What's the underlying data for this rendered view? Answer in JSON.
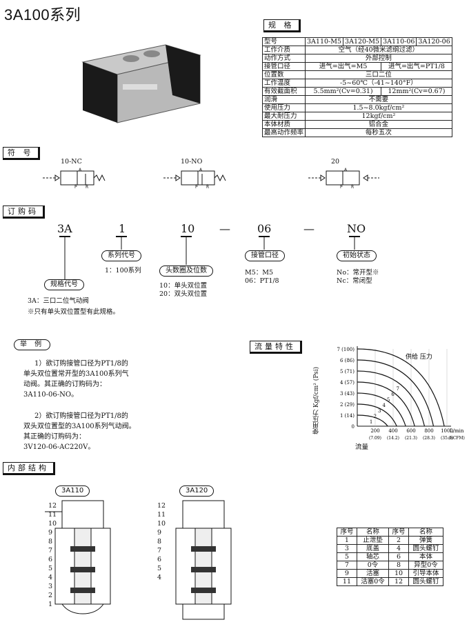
{
  "title": "3A100系列",
  "spec": {
    "heading": "规 格",
    "rows": [
      {
        "label": "型号",
        "cells": [
          "3A110-M5",
          "3A120-M5",
          "3A110-06",
          "3A120-06"
        ]
      },
      {
        "label": "工作介质",
        "value": "空气（经40微米滤纲过滤）"
      },
      {
        "label": "动作方式",
        "value": "外部控制"
      },
      {
        "label": "接管口径",
        "cells2": [
          "进气=出气=M5",
          "进气=出气=PT1/8"
        ]
      },
      {
        "label": "位置数",
        "value": "三口二位"
      },
      {
        "label": "工作温度",
        "value": "-5~60℃（-41~140°F）"
      },
      {
        "label": "有效截面积",
        "cells2": [
          "5.5mm²(Cv=0.31)",
          "12mm²(Cv=0.67)"
        ]
      },
      {
        "label": "润滑",
        "value": "不需要"
      },
      {
        "label": "使用压力",
        "value": "1.5~8.0kgf/cm²"
      },
      {
        "label": "最大耐压力",
        "value": "12kgf/cm²"
      },
      {
        "label": "本体材质",
        "value": "铝合金"
      },
      {
        "label": "最高动作频率",
        "value": "每秒五次"
      }
    ]
  },
  "symbols": {
    "heading": "符 号",
    "items": [
      {
        "label": "10-NC"
      },
      {
        "label": "10-NO"
      },
      {
        "label": "20"
      }
    ],
    "port_a": "A",
    "port_p": "P",
    "port_r": "R"
  },
  "order": {
    "heading": "订购码",
    "parts": [
      "3A",
      "1",
      "10",
      "—",
      "06",
      "—",
      "NO"
    ],
    "boxes": [
      {
        "label": "系列代号",
        "desc": [
          "1：100系列"
        ]
      },
      {
        "label": "头数圈及位数",
        "desc": [
          "10：单头双位置",
          "20：双头双位置"
        ]
      },
      {
        "label": "接管口径",
        "desc": [
          "M5：M5",
          "06：PT1/8"
        ]
      },
      {
        "label": "初始状态",
        "desc": [
          "No：常开型※",
          "Nc：常闭型"
        ]
      },
      {
        "label": "规格代号",
        "desc": [
          "3A：三口二位气动阀",
          "※只有单头双位置型有此规格。"
        ]
      }
    ]
  },
  "example": {
    "heading": "举 例",
    "p1": [
      "1）欲订购接管口径为PT1/8的",
      "单头双位置常开型的3A100系列气",
      "动阀。其正确的订购码为：",
      "3A110-06-NO。"
    ],
    "p2": [
      "2）欲订购接管口径为PT1/8的",
      "双头双位置型的3A100系列气动阀。",
      "其正确的订购码为：",
      "3V120-06-AC220V。"
    ]
  },
  "flow": {
    "heading": "流量特性",
    "supply_label": "供给 压力",
    "ylabel": "使用压力 Kgf/cm² (Psi)",
    "xlabel": "流量",
    "xunit": "L/min",
    "yticks": [
      "0",
      "1 (14)",
      "2 (29)",
      "3 (43)",
      "4 (57)",
      "5 (71)",
      "6 (86)",
      "7 (100)"
    ],
    "xticks": [
      "200",
      "400",
      "600",
      "800",
      "1000"
    ],
    "scfm": [
      "(7.09)",
      "(14.2)",
      "(21.3)",
      "(28.3)",
      "(35.4)",
      "(SCFM)"
    ],
    "curves": [
      "1",
      "2",
      "3",
      "4",
      "5",
      "6",
      "7"
    ]
  },
  "chart_data": {
    "type": "line",
    "xlabel": "流量",
    "ylabel": "使用压力 Kgf/cm² (Psi)",
    "xlim": [
      0,
      1000
    ],
    "ylim": [
      0,
      7
    ],
    "series": [
      {
        "name": "1",
        "x": [
          0,
          250,
          340
        ],
        "y": [
          1,
          0.5,
          0
        ]
      },
      {
        "name": "2",
        "x": [
          0,
          330,
          440
        ],
        "y": [
          2,
          1,
          0
        ]
      },
      {
        "name": "3",
        "x": [
          0,
          420,
          540
        ],
        "y": [
          3,
          1.5,
          0
        ]
      },
      {
        "name": "4",
        "x": [
          0,
          510,
          640
        ],
        "y": [
          4,
          2,
          0
        ]
      },
      {
        "name": "5",
        "x": [
          0,
          600,
          750
        ],
        "y": [
          5,
          2.5,
          0
        ]
      },
      {
        "name": "6",
        "x": [
          0,
          690,
          850
        ],
        "y": [
          6,
          3,
          0
        ]
      },
      {
        "name": "7",
        "x": [
          0,
          790,
          970
        ],
        "y": [
          7,
          3.5,
          0
        ]
      }
    ]
  },
  "internal": {
    "heading": "内部结构",
    "label_a": "3A110",
    "label_b": "3A120",
    "callouts_a": [
      "12",
      "11",
      "10",
      "9",
      "8",
      "7",
      "6",
      "5",
      "4",
      "3",
      "2",
      "1"
    ],
    "callouts_b": [
      "12",
      "11",
      "10",
      "9",
      "8",
      "7",
      "6",
      "5",
      "4"
    ],
    "parts_header": [
      "序号",
      "名称",
      "序号",
      "名称"
    ],
    "parts_rows": [
      [
        "1",
        "止泄垫",
        "2",
        "弹簧"
      ],
      [
        "3",
        "底盖",
        "4",
        "圆头螺钉"
      ],
      [
        "5",
        "轴芯",
        "6",
        "本体"
      ],
      [
        "7",
        "0令",
        "8",
        "异型0令"
      ],
      [
        "9",
        "活塞",
        "10",
        "引导本体"
      ],
      [
        "11",
        "活塞0令",
        "12",
        "圆头螺钉"
      ]
    ]
  }
}
